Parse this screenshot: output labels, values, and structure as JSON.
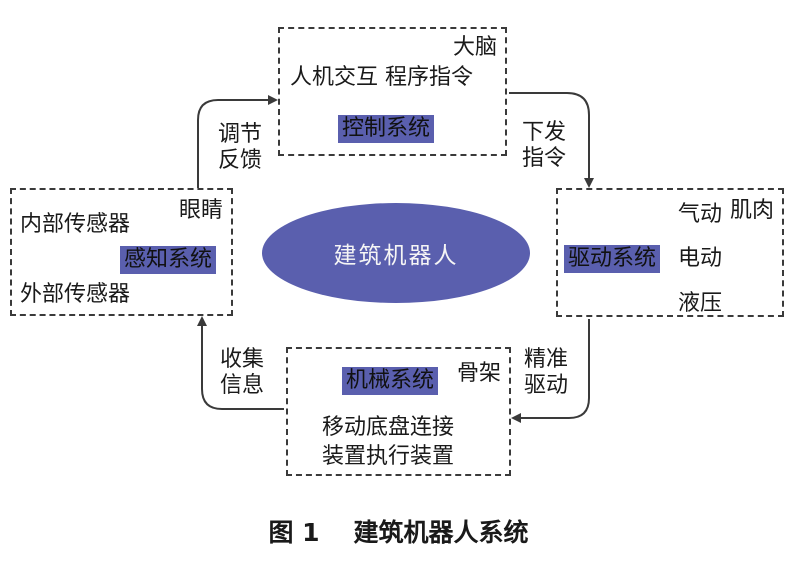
{
  "control": {
    "corner": "大脑",
    "subs": "人机交互 程序指令",
    "name": "控制系统"
  },
  "perception": {
    "corner": "眼睛",
    "inner": "内部传感器",
    "name": "感知系统",
    "outer": "外部传感器"
  },
  "drive": {
    "corner": "肌肉",
    "pneumatic": "气动",
    "name": "驱动系统",
    "electric": "电动",
    "hydraulic": "液压"
  },
  "mechanical": {
    "corner": "骨架",
    "name": "机械系统",
    "line1": "移动底盘连接",
    "line2": "装置执行装置"
  },
  "center": "建筑机器人",
  "arrows": {
    "regulate": [
      "调节",
      "反馈"
    ],
    "issue": [
      "下发",
      "指令"
    ],
    "precise": [
      "精准",
      "驱动"
    ],
    "collect": [
      "收集",
      "信息"
    ]
  },
  "caption": {
    "number": "图 1",
    "title": "建筑机器人系统"
  },
  "colors": {
    "highlight": "#5a5fae",
    "ellipse": "#5a5fae",
    "line": "#3a3a3a"
  }
}
